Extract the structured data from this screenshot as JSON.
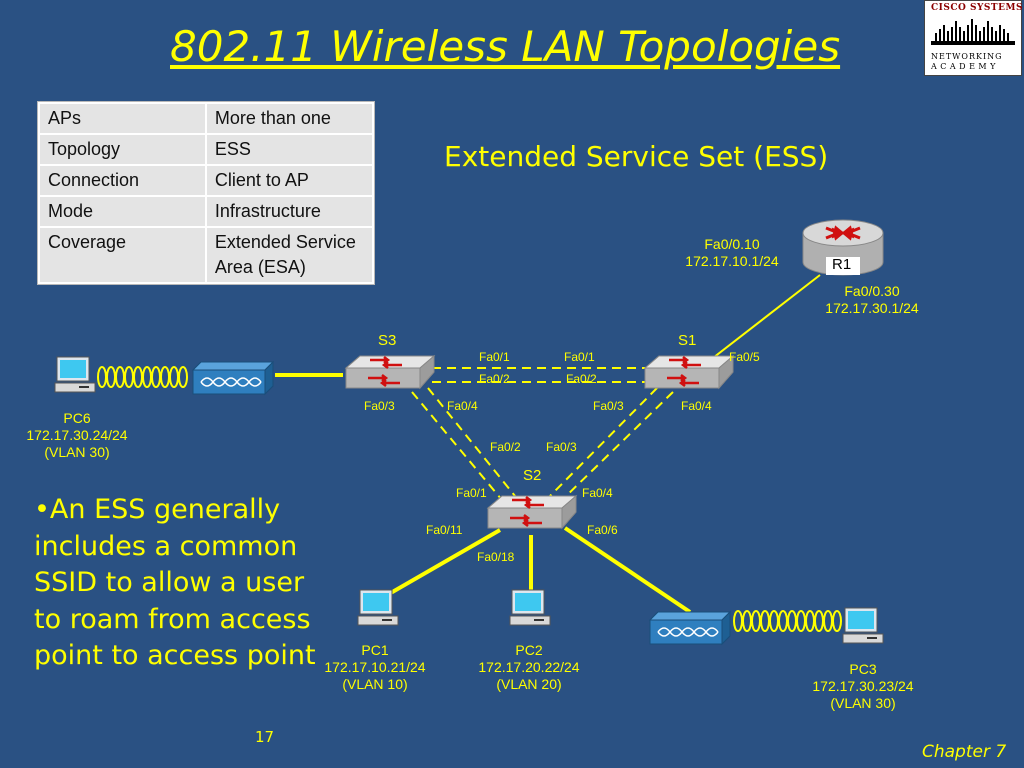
{
  "slide": {
    "title": "802.11 Wireless LAN Topologies",
    "subtitle": "Extended Service Set (ESS)",
    "bullet": "•An ESS generally includes a common SSID to allow a user to roam from access point to access point",
    "page_number": "17",
    "chapter": "Chapter 7"
  },
  "logo": {
    "brand": "Cisco Systems",
    "line1": "Networking",
    "line2": "Academy"
  },
  "table": {
    "rows": [
      {
        "label": "APs",
        "value": "More than one"
      },
      {
        "label": "Topology",
        "value": "ESS"
      },
      {
        "label": "Connection",
        "value": "Client to AP"
      },
      {
        "label": "Mode",
        "value": "Infrastructure"
      },
      {
        "label": "Coverage",
        "value": "Extended Service Area (ESA)"
      }
    ]
  },
  "diagram": {
    "router": {
      "name": "R1",
      "if1_name": "Fa0/0.10",
      "if1_ip": "172.17.10.1/24",
      "if2_name": "Fa0/0.30",
      "if2_ip": "172.17.30.1/24"
    },
    "switches": {
      "s1": "S1",
      "s2": "S2",
      "s3": "S3"
    },
    "ports": {
      "s3_fa01": "Fa0/1",
      "s3_fa02": "Fa0/2",
      "s3_fa03": "Fa0/3",
      "s3_fa04": "Fa0/4",
      "s1_fa01": "Fa0/1",
      "s1_fa02": "Fa0/2",
      "s1_fa03": "Fa0/3",
      "s1_fa04": "Fa0/4",
      "s1_fa05": "Fa0/5",
      "s2_fa02": "Fa0/2",
      "s2_fa03": "Fa0/3",
      "s2_fa01": "Fa0/1",
      "s2_fa04": "Fa0/4",
      "s2_fa011": "Fa0/11",
      "s2_fa06": "Fa0/6",
      "s2_fa018": "Fa0/18"
    },
    "hosts": {
      "pc6": {
        "name": "PC6",
        "ip": "172.17.30.24/24",
        "vlan": "(VLAN 30)"
      },
      "pc1": {
        "name": "PC1",
        "ip": "172.17.10.21/24",
        "vlan": "(VLAN 10)"
      },
      "pc2": {
        "name": "PC2",
        "ip": "172.17.20.22/24",
        "vlan": "(VLAN 20)"
      },
      "pc3": {
        "name": "PC3",
        "ip": "172.17.30.23/24",
        "vlan": "(VLAN 30)"
      }
    }
  },
  "colors": {
    "background": "#2a5183",
    "accent_text": "#ffff00",
    "device_blue": "#2f7fbf"
  }
}
